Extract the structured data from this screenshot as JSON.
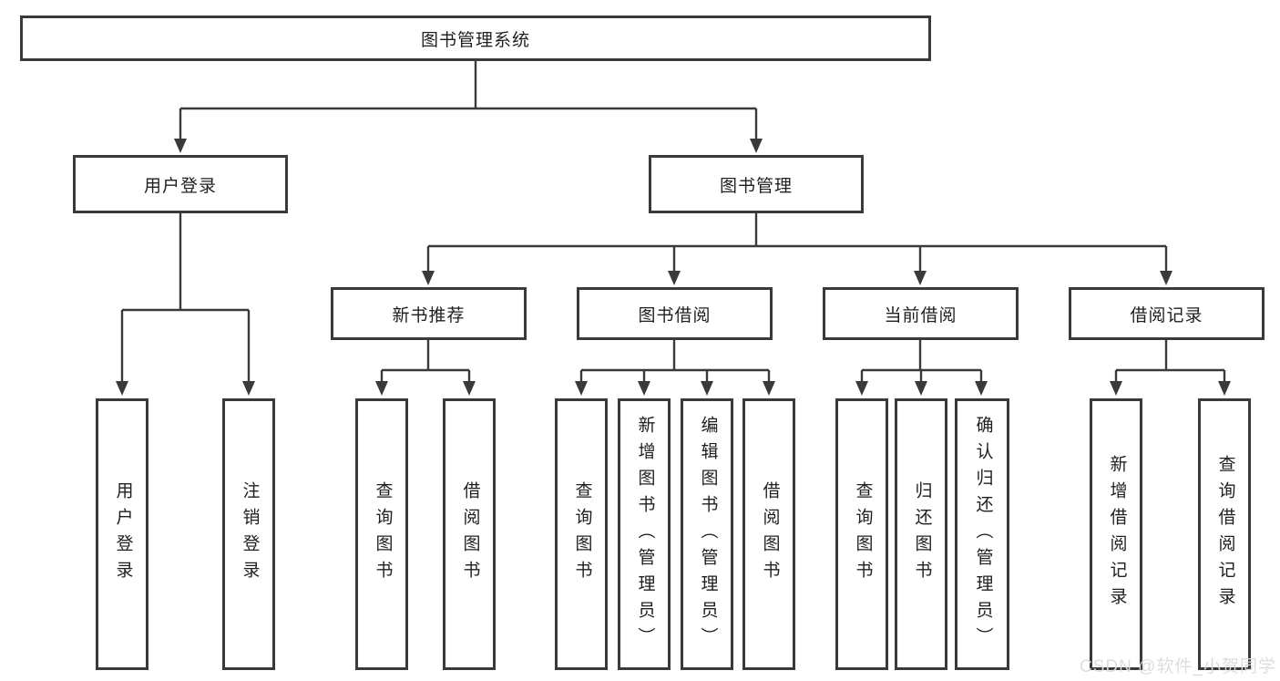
{
  "diagram": {
    "root": "图书管理系统",
    "branches": [
      {
        "label": "用户登录",
        "children": [
          "用户登录",
          "注销登录"
        ]
      },
      {
        "label": "图书管理",
        "groups": [
          {
            "label": "新书推荐",
            "children": [
              "查询图书",
              "借阅图书"
            ]
          },
          {
            "label": "图书借阅",
            "children": [
              "查询图书",
              "新增图书（管理员）",
              "编辑图书（管理员）",
              "借阅图书"
            ]
          },
          {
            "label": "当前借阅",
            "children": [
              "查询图书",
              "归还图书",
              "确认归还（管理员）"
            ]
          },
          {
            "label": "借阅记录",
            "children": [
              "新增借阅记录",
              "查询借阅记录"
            ]
          }
        ]
      }
    ],
    "watermark": "CSDN @软件_小贺同学"
  },
  "colors": {
    "line": "#3a3a3a",
    "border": "#3a3a3a",
    "text": "#1f1f1f",
    "watermark": "#dcdcdc",
    "bg": "#ffffff"
  }
}
